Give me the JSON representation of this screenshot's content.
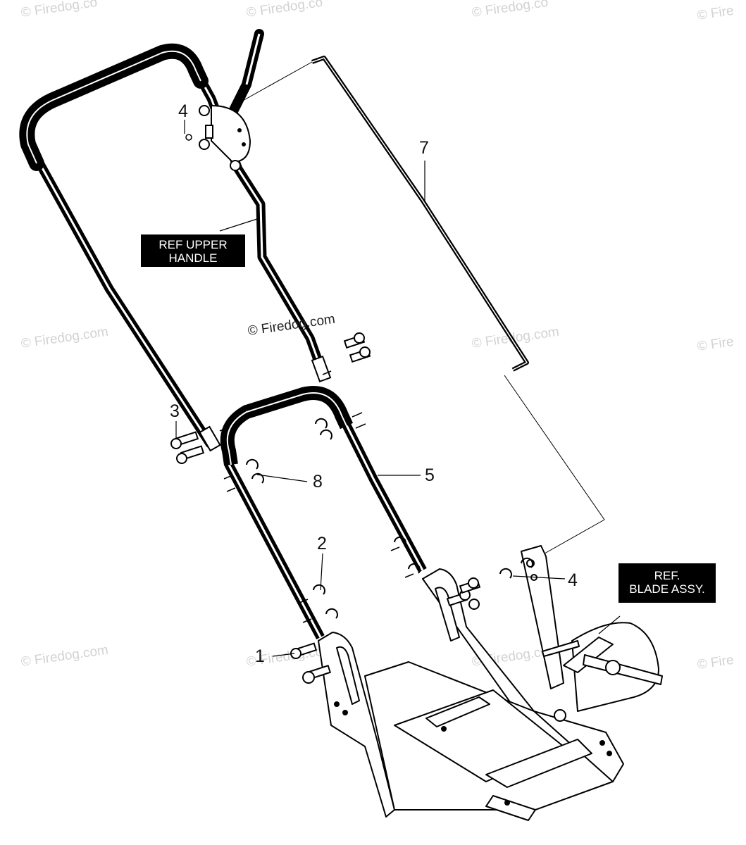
{
  "watermark": {
    "text": "© Firedog.com",
    "edge_text": "© Fire",
    "cut_text": "© Firedog.co",
    "color": "#d2d2d2"
  },
  "copyright": "© Firedog.com",
  "ref_labels": {
    "upper_handle": [
      "REF UPPER",
      "HANDLE"
    ],
    "blade_assy": [
      "REF.",
      "BLADE ASSY."
    ]
  },
  "callouts": {
    "c1": "1",
    "c2": "2",
    "c3": "3",
    "c4_top": "4",
    "c4_right": "4",
    "c5": "5",
    "c7": "7",
    "c8": "8"
  }
}
